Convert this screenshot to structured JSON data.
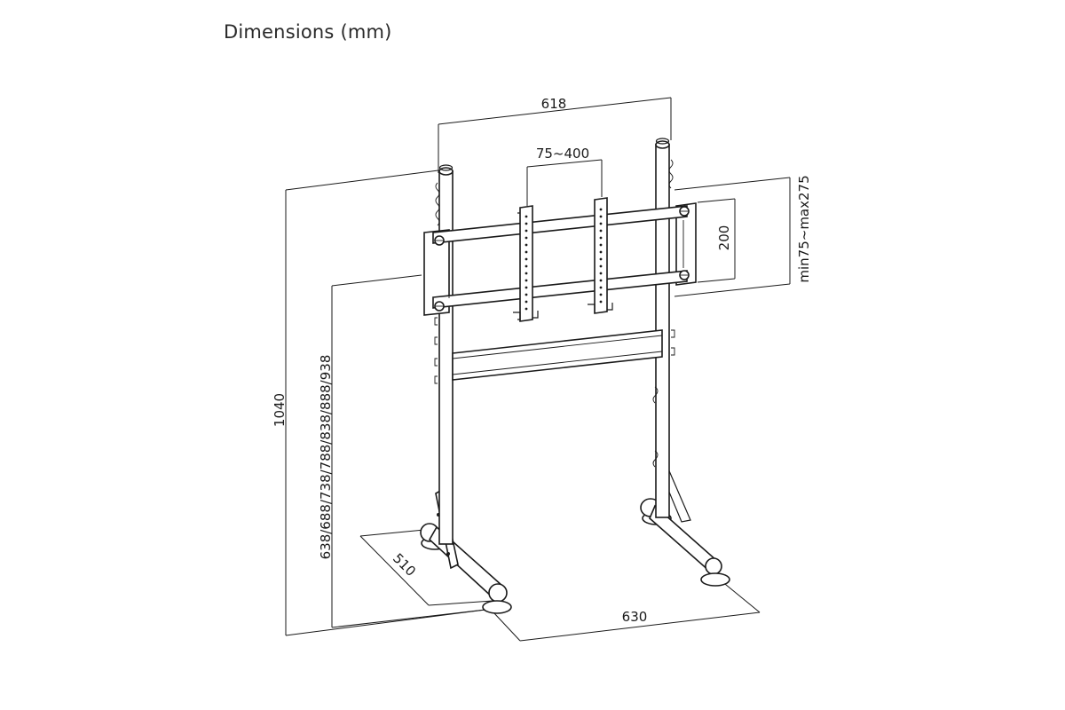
{
  "title": "Dimensions (mm)",
  "labels": {
    "overall_width": "618",
    "vesa_horizontal": "75~400",
    "vesa_vertical": "200",
    "vertical_adjust": "min75~max275",
    "total_height": "1040",
    "mount_heights": "638/688/738/788/838/888/938",
    "base_depth": "510",
    "base_width": "630"
  },
  "colors": {
    "line": "#1a1a1a",
    "background": "#ffffff"
  }
}
